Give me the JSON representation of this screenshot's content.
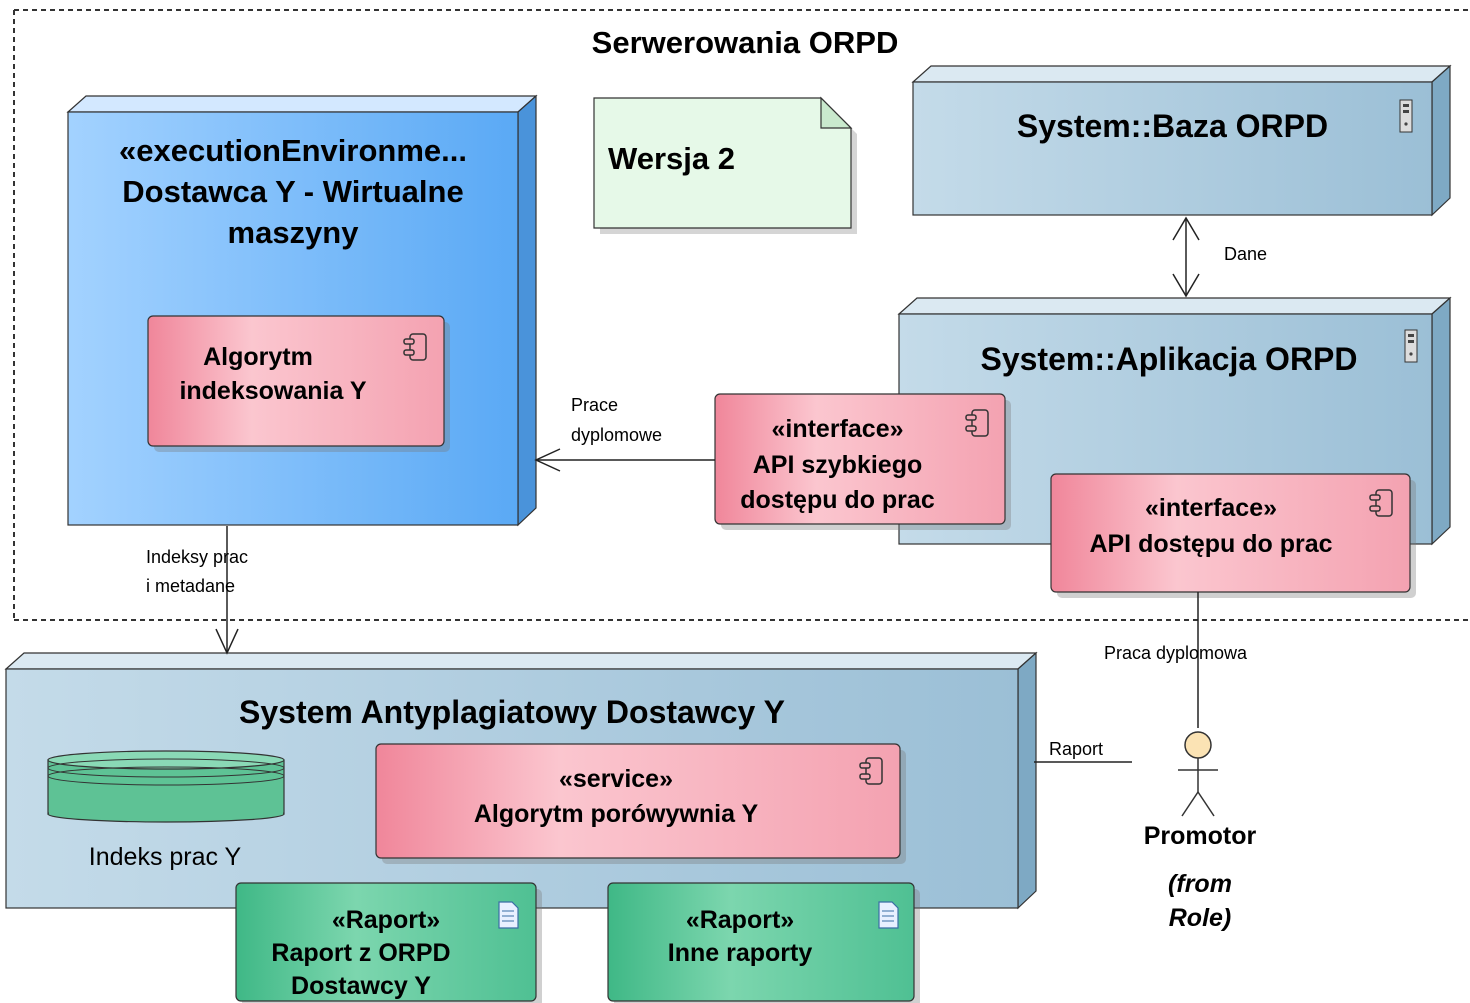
{
  "boundary": {
    "title": "Serwerowania ORPD"
  },
  "note": {
    "text": "Wersja 2"
  },
  "nodes": {
    "vm": {
      "stereotype": "«executionEnvironme...",
      "name_line1": "Dostawca Y - Wirtualne",
      "name_line2": "maszyny"
    },
    "baza": {
      "name": "System::Baza ORPD"
    },
    "aplikacja": {
      "name": "System::Aplikacja ORPD"
    },
    "antyplagiat": {
      "name": "System Antyplagiatowy Dostawcy Y"
    }
  },
  "components": {
    "algorytm_indeks": {
      "line1": "Algorytm",
      "line2": "indeksowania Y"
    },
    "api_szybkie": {
      "stereotype": "«interface»",
      "line1": "API szybkiego",
      "line2": "dostępu do prac"
    },
    "api_dostep": {
      "stereotype": "«interface»",
      "line1": "API dostępu do prac"
    },
    "algorytm_porown": {
      "stereotype": "«service»",
      "line1": "Algorytm porówywnia Y"
    }
  },
  "database": {
    "label": "Indeks prac Y"
  },
  "artifacts": {
    "raport_orpd": {
      "stereotype": "«Raport»",
      "line1": "Raport z ORPD",
      "line2": "Dostawcy Y"
    },
    "inne": {
      "stereotype": "«Raport»",
      "line1": "Inne raporty"
    }
  },
  "actor": {
    "name": "Promotor",
    "from_line1": "(from",
    "from_line2": "Role)"
  },
  "connectors": {
    "dane": "Dane",
    "prace_line1": "Prace",
    "prace_line2": "dyplomowe",
    "indeksy_line1": "Indeksy prac",
    "indeksy_line2": "i metadane",
    "praca": "Praca dyplomowa",
    "raport": "Raport"
  },
  "colors": {
    "node_fill": "#a9c8dc",
    "vm_fill": "#6fb4f7",
    "component_fill": "#f5a8b5",
    "note_fill": "#e6f9e8",
    "artifact_fill": "#59c79c",
    "database_fill": "#5ec295"
  }
}
